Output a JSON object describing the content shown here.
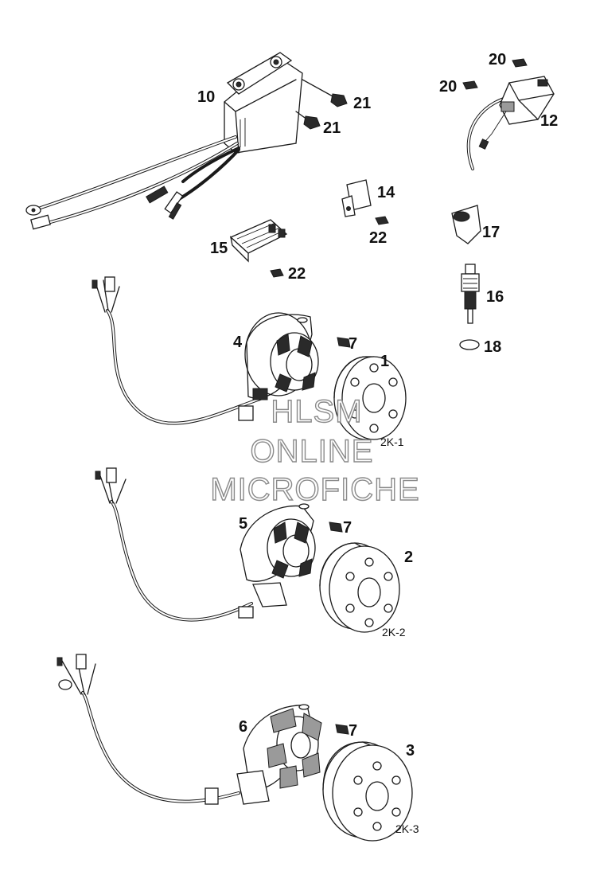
{
  "parts": {
    "n1": "1",
    "n2": "2",
    "n3": "3",
    "n4": "4",
    "n5": "5",
    "n6": "6",
    "n7a": "7",
    "n7b": "7",
    "n7c": "7",
    "n10": "10",
    "n12": "12",
    "n14": "14",
    "n15": "15",
    "n16": "16",
    "n17": "17",
    "n18": "18",
    "n20a": "20",
    "n20b": "20",
    "n21a": "21",
    "n21b": "21",
    "n22a": "22",
    "n22b": "22"
  },
  "kits": {
    "k1": "2K-1",
    "k2": "2K-2",
    "k3": "2K-3"
  },
  "watermark": {
    "line1": "HLSM",
    "line2": "ONLINE",
    "line3": "MICROFICHE"
  }
}
